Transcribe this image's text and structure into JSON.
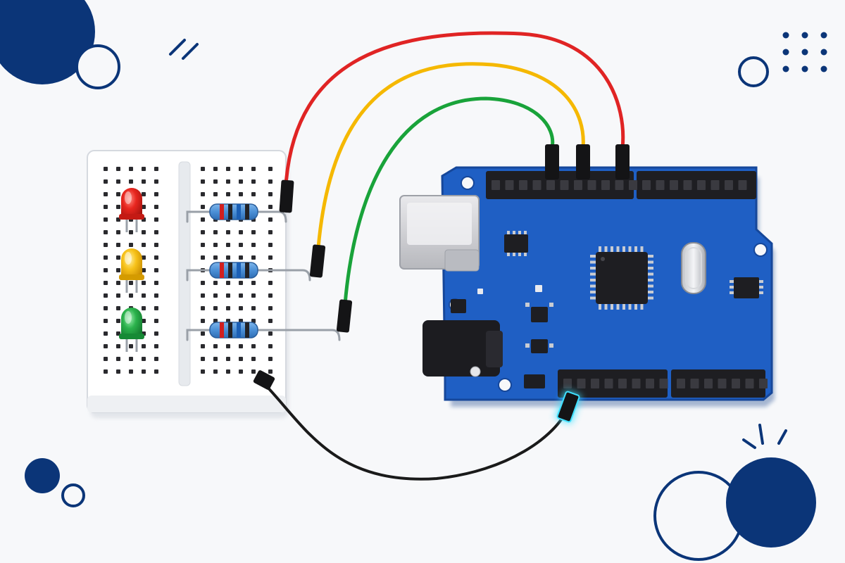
{
  "colors": {
    "background": "#f7f8fa",
    "accent_navy": "#0b3578",
    "board_blue": "#1f5fc4",
    "board_edge": "#16479a",
    "breadboard": "#ffffff",
    "wire_red": "#e02424",
    "wire_yellow": "#f5b800",
    "wire_green": "#19a33a",
    "wire_ground": "#1a1a1a",
    "glow": "#3fe0ff",
    "led_red": "#e8261f",
    "led_yellow": "#f7c21a",
    "led_green": "#2bb24c"
  },
  "diagram": {
    "components": [
      {
        "id": "breadboard",
        "kind": "breadboard"
      },
      {
        "id": "led-red",
        "kind": "led",
        "color": "red"
      },
      {
        "id": "led-yellow",
        "kind": "led",
        "color": "yellow"
      },
      {
        "id": "led-green",
        "kind": "led",
        "color": "green"
      },
      {
        "id": "resistor-1",
        "kind": "resistor",
        "bands": [
          "red",
          "black",
          "blue"
        ]
      },
      {
        "id": "resistor-2",
        "kind": "resistor",
        "bands": [
          "red",
          "black",
          "blue"
        ]
      },
      {
        "id": "resistor-3",
        "kind": "resistor",
        "bands": [
          "red",
          "black",
          "blue"
        ]
      },
      {
        "id": "arduino-board",
        "kind": "microcontroller-board"
      }
    ],
    "wires": [
      {
        "id": "wire-red",
        "color": "red",
        "from": "resistor-1",
        "to": "arduino-digital-header"
      },
      {
        "id": "wire-yellow",
        "color": "yellow",
        "from": "resistor-2",
        "to": "arduino-digital-header"
      },
      {
        "id": "wire-green",
        "color": "green",
        "from": "resistor-3",
        "to": "arduino-digital-header"
      },
      {
        "id": "wire-ground",
        "color": "black",
        "from": "breadboard",
        "to": "arduino-power-header",
        "highlighted": true
      }
    ]
  },
  "decorations": [
    "navy-circle",
    "outline-circle",
    "slash-lines",
    "dot-grid",
    "burst-lines"
  ]
}
